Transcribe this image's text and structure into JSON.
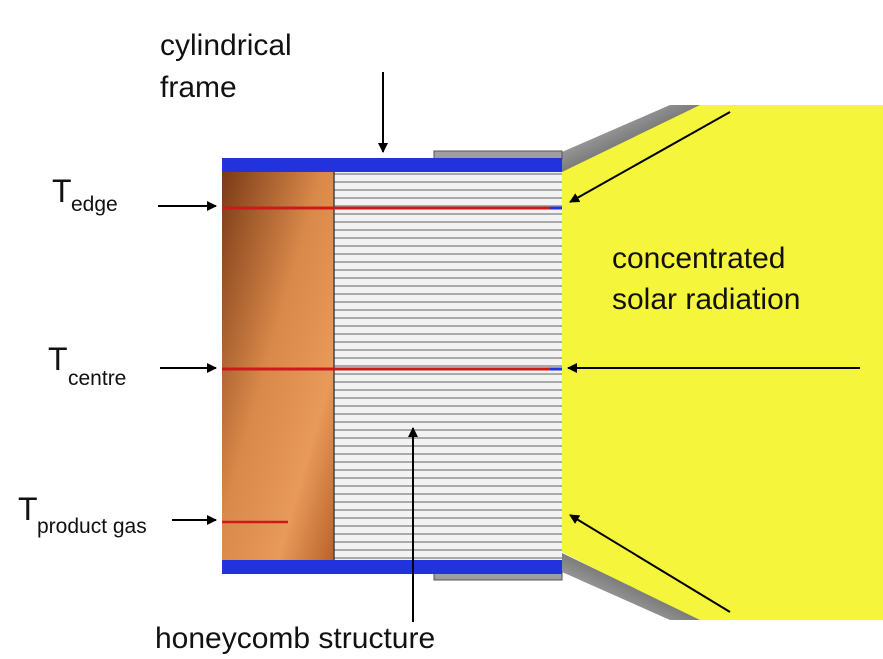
{
  "labels": {
    "frame_line1": "cylindrical",
    "frame_line2": "frame",
    "radiation_line1": "concentrated",
    "radiation_line2": "solar radiation",
    "honeycomb": "honeycomb structure",
    "t_edge_symbol": "T",
    "t_edge_sub": "edge",
    "t_centre_symbol": "T",
    "t_centre_sub": "centre",
    "t_gas_symbol": "T",
    "t_gas_sub": "product gas"
  },
  "colors": {
    "frame_blue": "#2233dd",
    "radiation_yellow": "#f5f53c",
    "thermocouple_red": "#cc1a1a",
    "honeycomb_grey": "#c9c9c9",
    "outlet_brown": "#c2743d"
  }
}
